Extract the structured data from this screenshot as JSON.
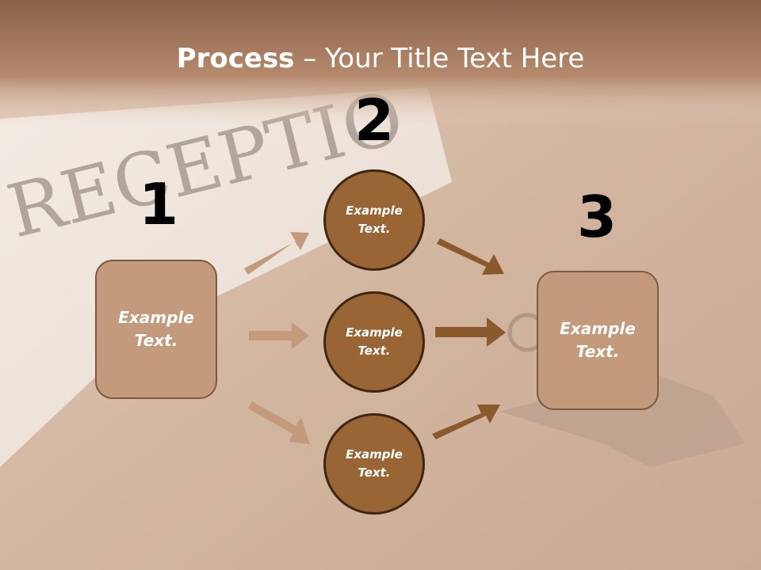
{
  "title": {
    "bold": "Process",
    "rest": " – Your Title Text Here"
  },
  "steps": [
    {
      "number": "1",
      "text": "Example\nText."
    },
    {
      "number": "2",
      "text": "Example\nText."
    },
    {
      "number": "3",
      "text": "Example\nText."
    }
  ],
  "circles": [
    {
      "text": "Example\nText."
    },
    {
      "text": "Example\nText."
    },
    {
      "text": "Example\nText."
    }
  ],
  "background_watermark": "RECEPTIO",
  "colors": {
    "box_fill": "#c49a7d",
    "circle_fill": "#9a6535",
    "arrow_light": "#c49a7d",
    "arrow_dark": "#8a5a2c",
    "title_band": "#a87a5c"
  }
}
